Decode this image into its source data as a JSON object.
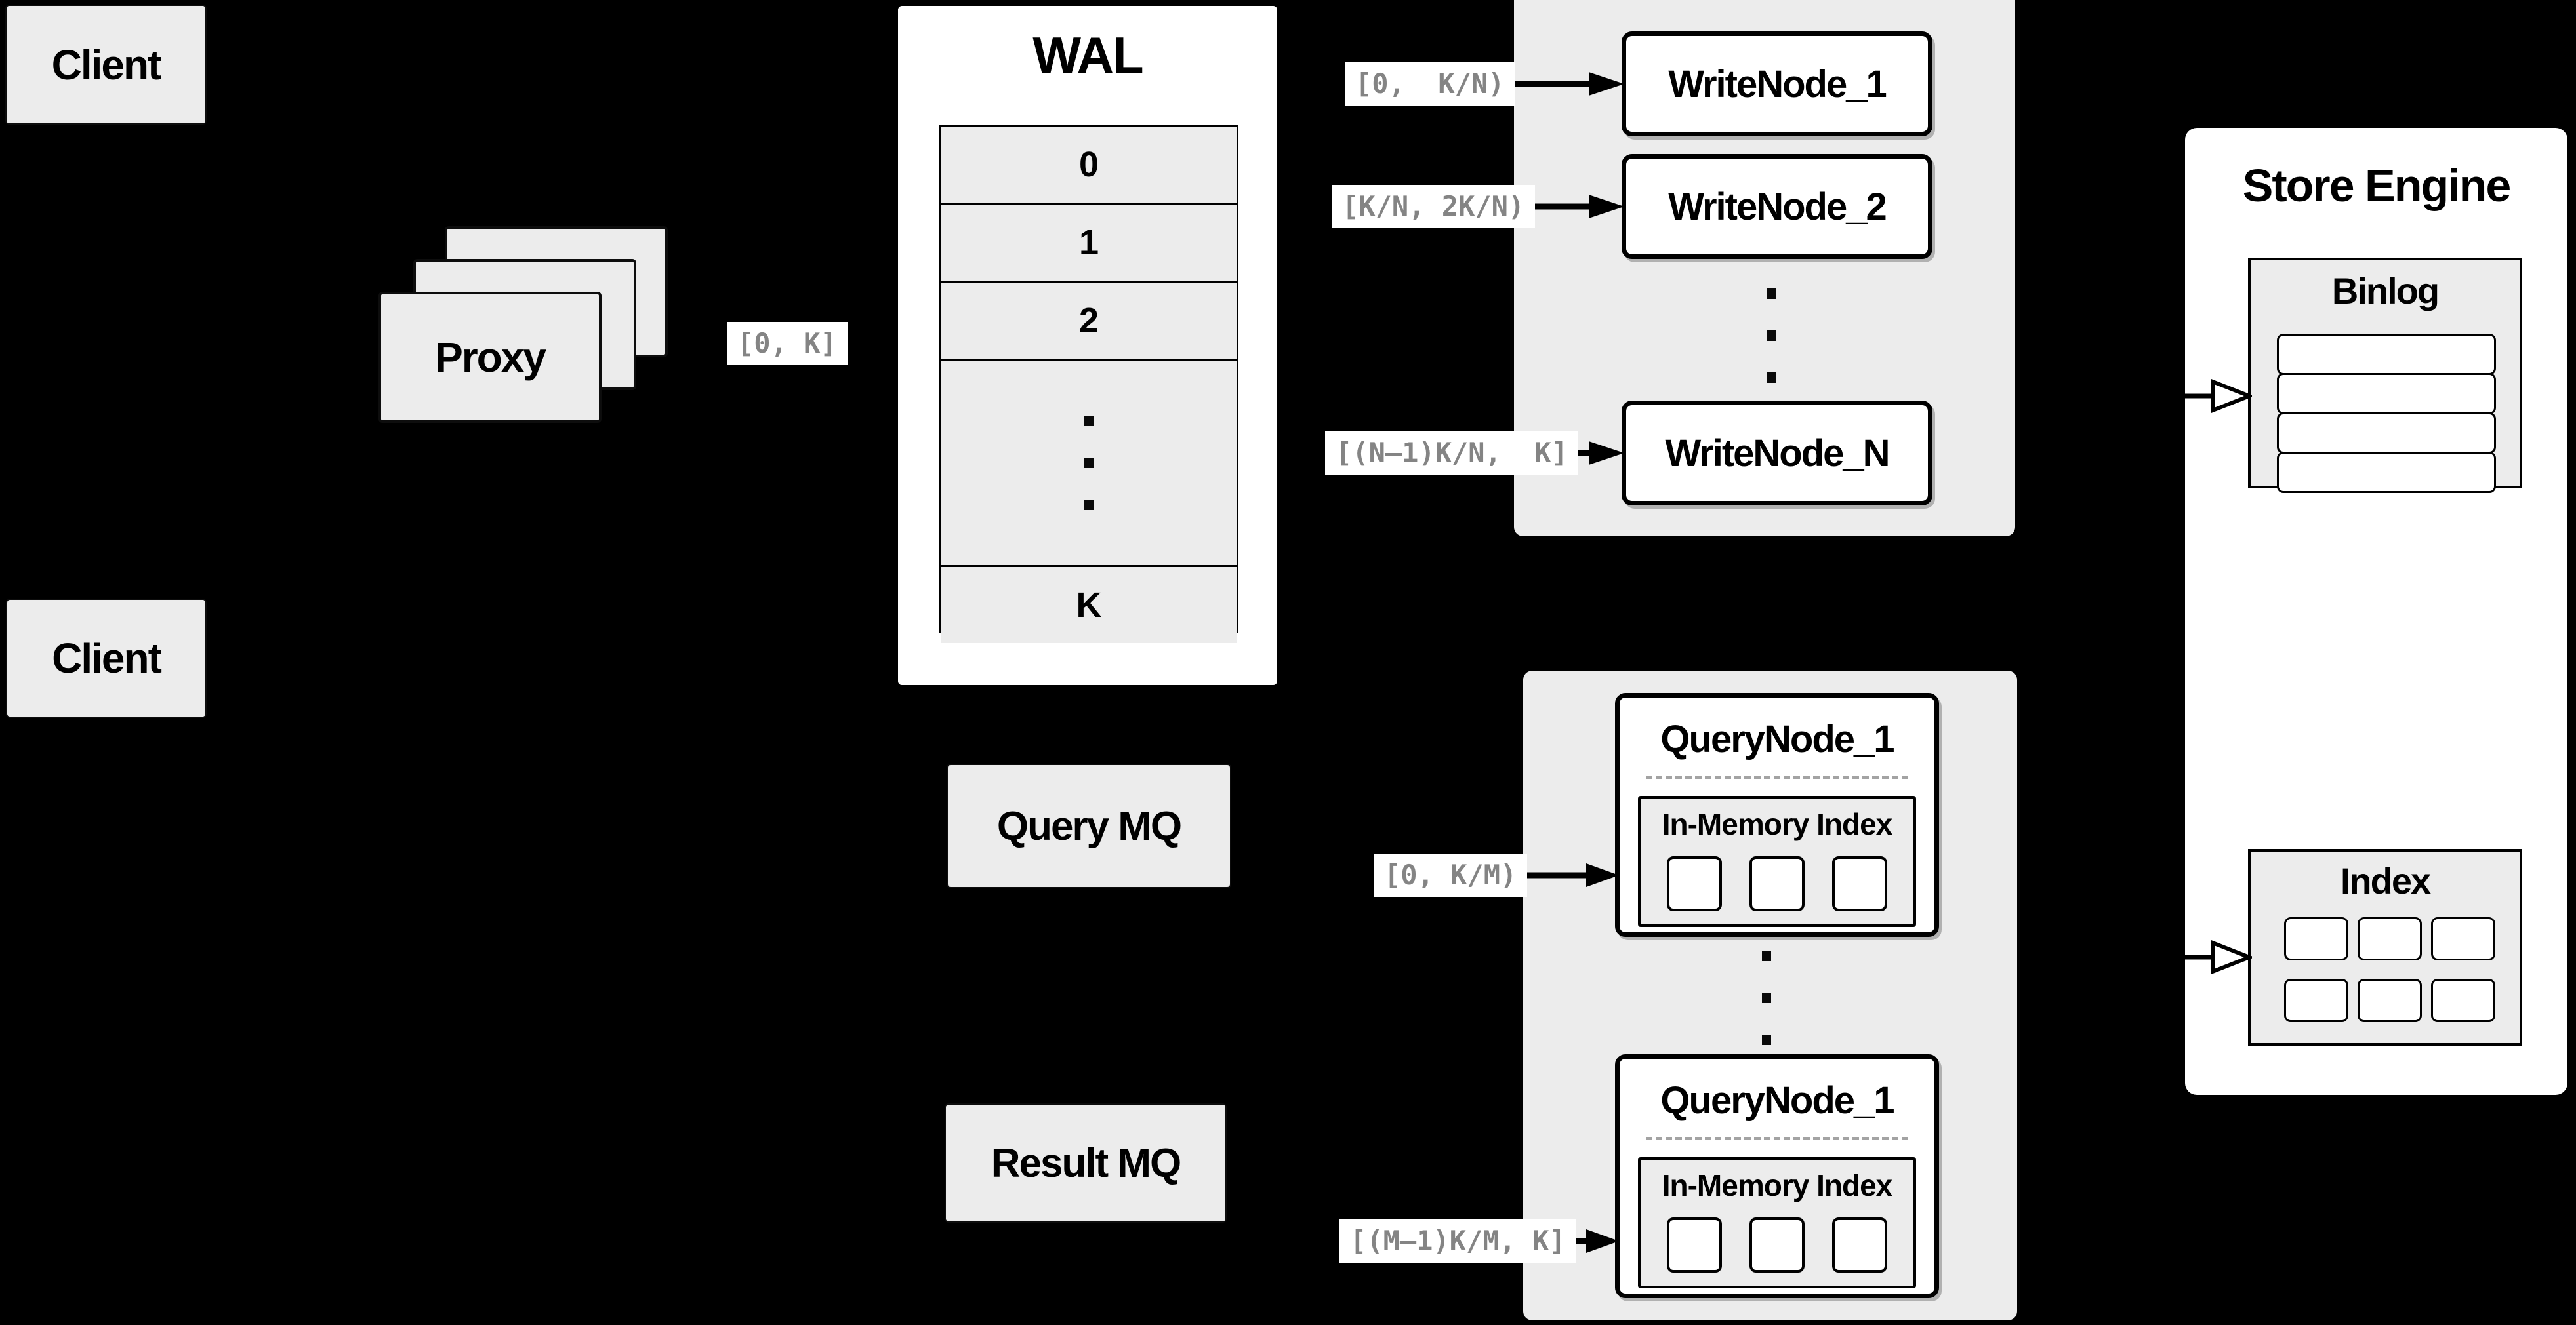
{
  "colors": {
    "background": "#000000",
    "panel_fill": "#ececec",
    "node_fill": "#ffffff",
    "line": "#000000",
    "range_text": "#848484",
    "dashed_separator": "#a3a3a3"
  },
  "clients": {
    "top": "Client",
    "bottom": "Client"
  },
  "proxy": {
    "label": "Proxy",
    "range_label": "[0, K]"
  },
  "wal": {
    "title": "WAL",
    "rows": [
      "0",
      "1",
      "2",
      "K"
    ]
  },
  "write_cluster": {
    "nodes": [
      {
        "label": "WriteNode_1",
        "range": "[0,  K/N)"
      },
      {
        "label": "WriteNode_2",
        "range": "[K/N, 2K/N)"
      },
      {
        "label": "WriteNode_N",
        "range": "[(N–1)K/N,  K]"
      }
    ]
  },
  "query_cluster": {
    "query_mq": "Query MQ",
    "result_mq": "Result MQ",
    "nodes": [
      {
        "label": "QueryNode_1",
        "memory_index_title": "In-Memory Index",
        "range": "[0, K/M)"
      },
      {
        "label": "QueryNode_1",
        "memory_index_title": "In-Memory Index",
        "range": "[(M–1)K/M, K]"
      }
    ]
  },
  "store_engine": {
    "title": "Store Engine",
    "binlog_title": "Binlog",
    "index_title": "Index"
  }
}
